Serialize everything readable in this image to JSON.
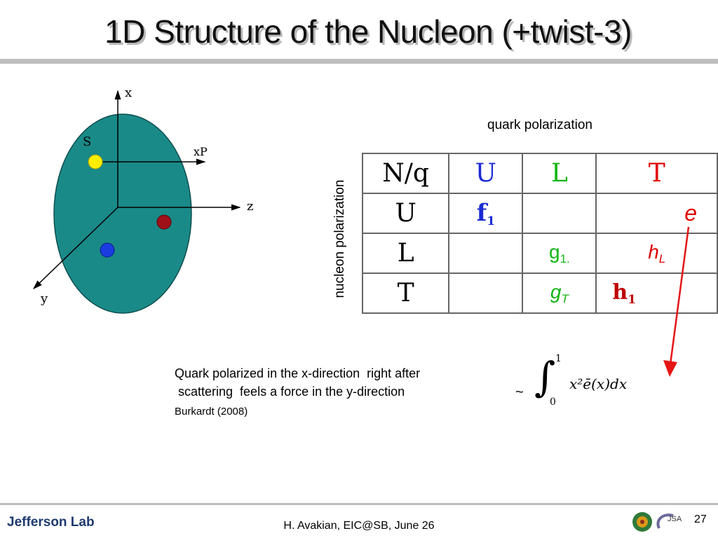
{
  "title": "1D Structure of the Nucleon (+twist-3)",
  "diagram": {
    "axis_x": "x",
    "axis_y": "y",
    "axis_z": "z",
    "momentum": "xP",
    "spin": "S",
    "colors": {
      "sphere": "#1a8a88",
      "spin_dot": "#ffee00",
      "red_dot": "#a01018",
      "blue_dot": "#1a3ce0"
    }
  },
  "quark_label": "quark polarization",
  "nucleon_label": "nucleon polarization",
  "table": {
    "corner": "N/q",
    "col_u": "U",
    "col_l": "L",
    "col_t": "T",
    "row_u": "U",
    "row_l": "L",
    "row_t": "T",
    "f1": "f",
    "f1_sub": "1",
    "e": "e",
    "g1": "g",
    "g1_sub": "1.",
    "hL": "h",
    "hL_sub": "L",
    "gT": "g",
    "gT_sub": "T",
    "h1": "h",
    "h1_sub": "1",
    "colors": {
      "U": "#1a2bd4",
      "L": "#11b511",
      "T": "#e00000"
    }
  },
  "quote_line1": "Quark polarized in the x-direction  right after",
  "quote_line2": " scattering  feels a force in the y-direction",
  "citation": "Burkardt (2008)",
  "tilde": "~",
  "formula": {
    "upper": "1",
    "lower": "0",
    "body": "x²ē(x)dx"
  },
  "footer": "H. Avakian, EIC@SB,  June 26",
  "page_number": "27",
  "logo_text": "Jefferson Lab"
}
